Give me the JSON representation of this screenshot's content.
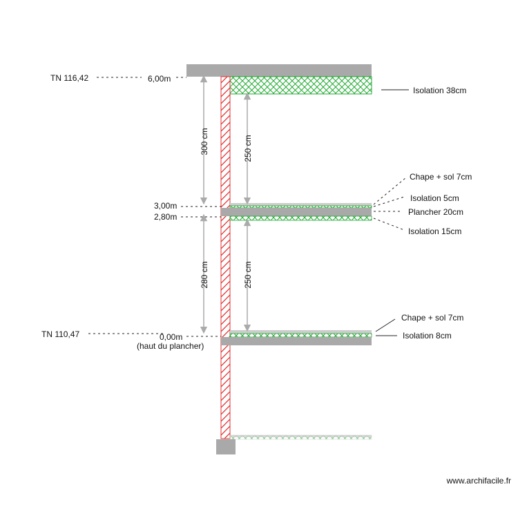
{
  "levels": {
    "tn_top": "TN 116,42",
    "tn_bottom": "TN 110,47",
    "roof": "6,00m",
    "floor1_top": "3,00m",
    "floor1_bottom": "2,80m",
    "ground": "0,00m",
    "ground_note": "(haut du plancher)"
  },
  "dimensions": {
    "upper_total": "300 cm",
    "upper_clear": "250 cm",
    "lower_total": "280 cm",
    "lower_clear": "250 cm"
  },
  "layers": {
    "roof_insulation": "Isolation 38cm",
    "f1_screed": "Chape + sol 7cm",
    "f1_insulation_top": "Isolation 5cm",
    "f1_slab": "Plancher 20cm",
    "f1_insulation_bottom": "Isolation 15cm",
    "g_screed": "Chape + sol 7cm",
    "g_insulation": "Isolation 8cm"
  },
  "watermark": "www.archifacile.fr",
  "colors": {
    "slab": "#a9a9a9",
    "slab_light": "#cccccc",
    "insulation": "#22aa33",
    "wall_hatch": "#e03030",
    "dimension": "#aaaaaa",
    "leader": "#222222"
  }
}
